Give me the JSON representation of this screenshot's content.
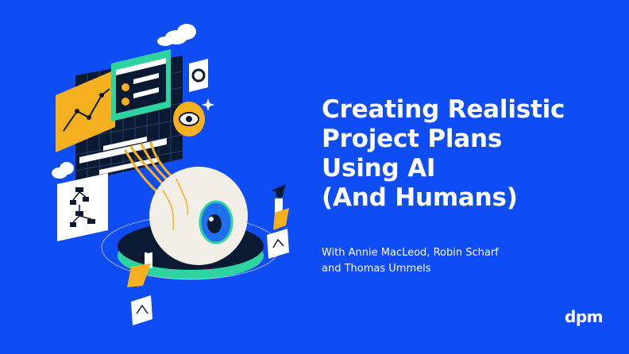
{
  "slide": {
    "title_lines": [
      "Creating Realistic",
      "Project Plans",
      "Using AI",
      "(And Humans)"
    ],
    "subtitle_lines": [
      "With Annie MacLeod, Robin Scharf",
      "and Thomas Ummels"
    ],
    "logo": "dpm"
  },
  "colors": {
    "background": "#0e4cf4",
    "text": "#ffffff",
    "accent_yellow": "#f5b01f",
    "accent_green": "#2dd4a0",
    "dark_navy": "#0b1a33"
  },
  "illustration": {
    "subject": "isometric eyeball on platform with dashboards, charts and people",
    "icons": [
      "cloud-icon",
      "eye-icon",
      "sparkle-icon",
      "flowchart-icon",
      "line-chart-icon",
      "profile-card-icon"
    ]
  }
}
